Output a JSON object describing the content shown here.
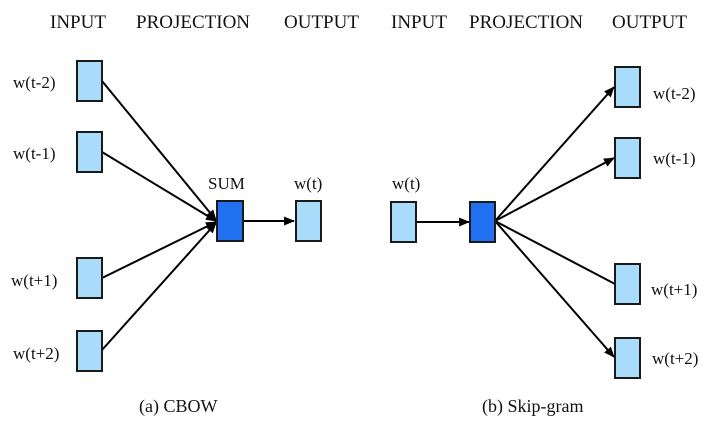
{
  "colors": {
    "word_box_fill": "#a8dcfa",
    "projection_box_fill": "#2070f0",
    "outline": "#1a1a1a",
    "text": "#111111"
  },
  "cbow": {
    "headers": {
      "input": "INPUT",
      "projection": "PROJECTION",
      "output": "OUTPUT"
    },
    "inputs": [
      "w(t-2)",
      "w(t-1)",
      "w(t+1)",
      "w(t+2)"
    ],
    "projection_label": "SUM",
    "output": "w(t)",
    "caption": "(a) CBOW"
  },
  "skipgram": {
    "headers": {
      "input": "INPUT",
      "projection": "PROJECTION",
      "output": "OUTPUT"
    },
    "input": "w(t)",
    "outputs": [
      "w(t-2)",
      "w(t-1)",
      "w(t+1)",
      "w(t+2)"
    ],
    "caption": "(b) Skip-gram"
  }
}
